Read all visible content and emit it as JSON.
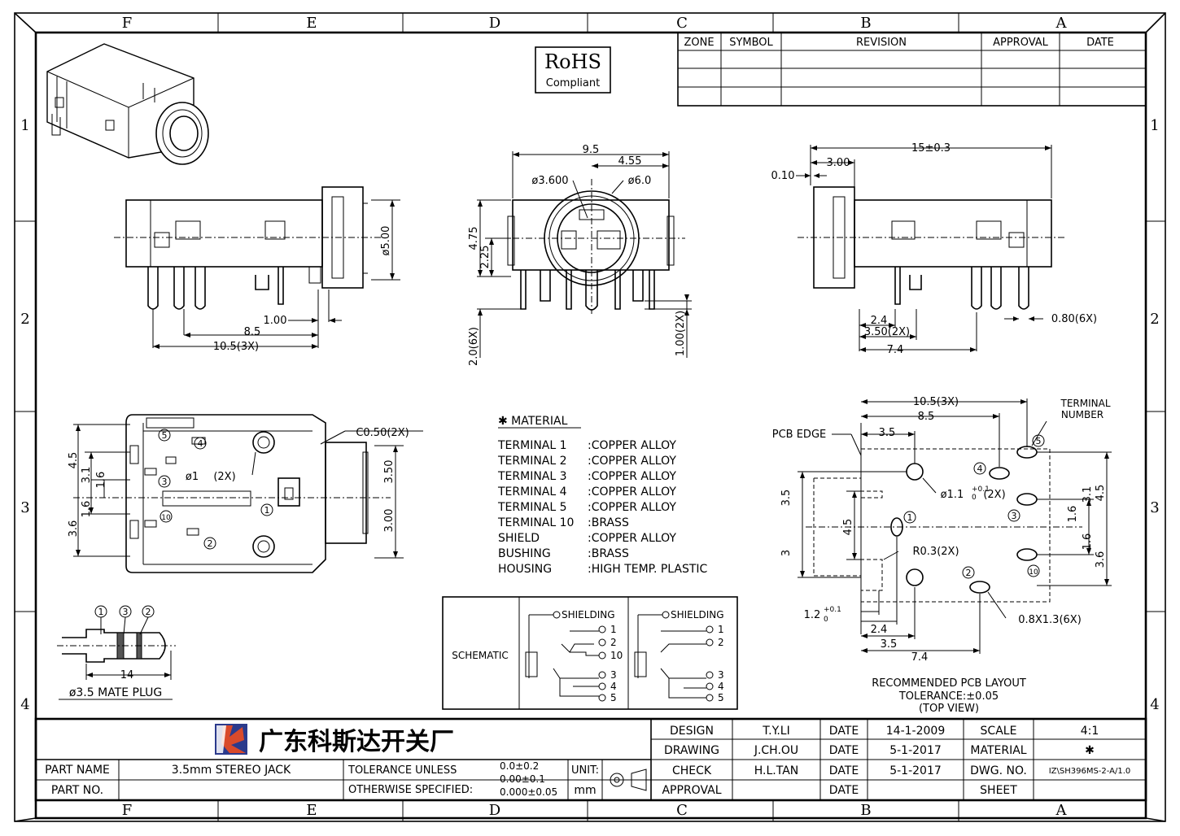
{
  "zones": {
    "columns": [
      "F",
      "E",
      "D",
      "C",
      "B",
      "A"
    ],
    "rows": [
      "1",
      "2",
      "3",
      "4"
    ]
  },
  "revision_table": {
    "headers": [
      "ZONE",
      "SYMBOL",
      "REVISION",
      "APPROVAL",
      "DATE"
    ]
  },
  "rohs": {
    "title": "RoHS",
    "subtitle": "Compliant"
  },
  "dims": {
    "side": {
      "d1": "1.00",
      "d2": "8.5",
      "d3": "10.5(3X)",
      "d4": "ø5.00"
    },
    "front": {
      "w": "9.5",
      "r": "4.55",
      "hole": "ø3.600",
      "od": "ø6.0",
      "h1": "4.75",
      "h2": "2.25",
      "pinl": "2.0(6X)",
      "pinr": "1.00(2X)"
    },
    "right": {
      "len": "15±0.3",
      "a": "3.00",
      "b": "0.10",
      "c": "2.4",
      "d": "3.50(2X)",
      "e": "7.4",
      "f": "0.80(6X)"
    },
    "top": {
      "c": "C0.50(2X)",
      "a": "4.5",
      "b": "3.1",
      "c2": "1.6",
      "d": "1.6",
      "e": "3.6",
      "f": "3.50",
      "g": "3.00",
      "h": "ø1",
      "h_tol": "(2X)"
    },
    "pcb": {
      "edge": "PCB EDGE",
      "tn": "TERMINAL",
      "tn2": "NUMBER",
      "a": "10.5(3X)",
      "b": "8.5",
      "c": "3.5",
      "d": "ø1.1",
      "d_tol_up": "+0.1",
      "d_tol_lo": "0",
      "d2": "(2X)",
      "e": "3.5",
      "f": "4.5",
      "g": "3",
      "h": "3.1",
      "i": "1.6",
      "j": "1.6",
      "k": "4.5",
      "l": "3.6",
      "r": "R0.3(2X)",
      "m": "1.2",
      "m_up": "+0.1",
      "m_lo": "0",
      "n": "2.4",
      "o": "3.5",
      "p": "7.4",
      "q": "0.8X1.3(6X)"
    }
  },
  "pin_labels": [
    "1",
    "2",
    "3",
    "4",
    "5",
    "10"
  ],
  "material": {
    "title": "✱ MATERIAL",
    "rows": [
      {
        "name": "TERMINAL 1",
        "value": ":COPPER ALLOY"
      },
      {
        "name": "TERMINAL 2",
        "value": ":COPPER ALLOY"
      },
      {
        "name": "TERMINAL 3",
        "value": ":COPPER ALLOY"
      },
      {
        "name": "TERMINAL 4",
        "value": ":COPPER ALLOY"
      },
      {
        "name": "TERMINAL 5",
        "value": ":COPPER ALLOY"
      },
      {
        "name": "TERMINAL 10",
        "value": ":BRASS"
      },
      {
        "name": "SHIELD",
        "value": ":COPPER ALLOY"
      },
      {
        "name": "BUSHING",
        "value": ":BRASS"
      },
      {
        "name": "HOUSING",
        "value": ":HIGH TEMP. PLASTIC"
      }
    ]
  },
  "schematic": {
    "label": "SCHEMATIC",
    "left": [
      "SHIELDING",
      "1",
      "2",
      "10",
      "3",
      "4",
      "5"
    ],
    "right": [
      "SHIELDING",
      "1",
      "2",
      "3",
      "4",
      "5"
    ]
  },
  "plug": {
    "pins": [
      "1",
      "3",
      "2"
    ],
    "length": "14",
    "caption": "ø3.5 MATE PLUG"
  },
  "pcb_caption": [
    "RECOMMENDED PCB LAYOUT",
    "TOLERANCE:±0.05",
    "(TOP VIEW)"
  ],
  "title_block": {
    "company": "广东科斯达开关厂",
    "part_name_label": "PART NAME",
    "part_name": "3.5mm STEREO JACK",
    "part_no_label": "PART NO.",
    "tolerance_label": "TOLERANCE UNLESS",
    "otherwise_label": "OTHERWISE SPECIFIED:",
    "tol1": "0.0±0.2",
    "tol2": "0.00±0.1",
    "tol3": "0.000±0.05",
    "unit_label": "UNIT:",
    "unit": "mm",
    "rows": [
      {
        "role": "DESIGN",
        "name": "T.Y.LI",
        "date_label": "DATE",
        "date": "14-1-2009",
        "k": "SCALE",
        "v": "4:1"
      },
      {
        "role": "DRAWING",
        "name": "J.CH.OU",
        "date_label": "DATE",
        "date": "5-1-2017",
        "k": "MATERIAL",
        "v": "✱"
      },
      {
        "role": "CHECK",
        "name": "H.L.TAN",
        "date_label": "DATE",
        "date": "5-1-2017",
        "k": "DWG. NO.",
        "v": "IZ\\SH396MS-2-A/1.0"
      },
      {
        "role": "APPROVAL",
        "name": "",
        "date_label": "DATE",
        "date": "",
        "k": "SHEET",
        "v": ""
      }
    ]
  }
}
